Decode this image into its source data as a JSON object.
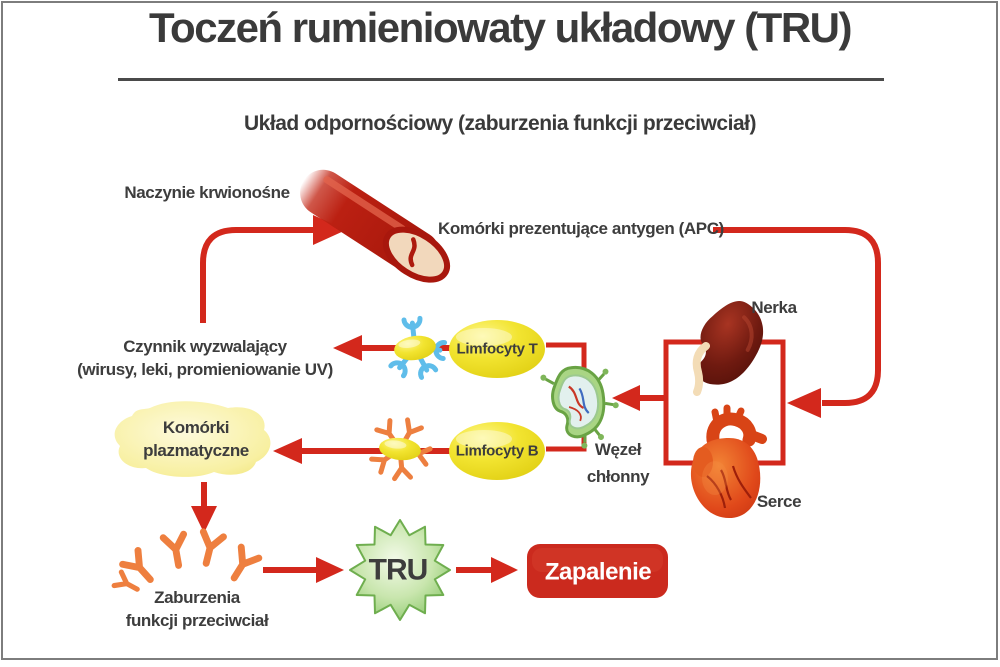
{
  "title": "Toczeń rumieniowaty układowy (TRU)",
  "subtitle": "Układ odpornościowy (zaburzenia funkcji przeciwciał)",
  "labels": {
    "blood_vessel": "Naczynie krwionośne",
    "apc": "Komórki prezentujące antygen (APC)",
    "kidney": "Nerka",
    "trigger_line1": "Czynnik wyzwalający",
    "trigger_line2": "(wirusy, leki, promieniowanie UV)",
    "t_cells": "Limfocyty T",
    "b_cells": "Limfocyty B",
    "lymph_node_line1": "Węzeł",
    "lymph_node_line2": "chłonny",
    "heart": "Serce",
    "plasma_cells_line1": "Komórki",
    "plasma_cells_line2": "plazmatyczne",
    "antibody_disorder_line1": "Zaburzenia",
    "antibody_disorder_line2": "funkcji przeciwciał",
    "disease": "TRU",
    "inflammation": "Zapalenie"
  },
  "colors": {
    "arrow_red": "#d3281c",
    "label_text": "#3d3d3d",
    "inflammation_red": "#cb2a1e",
    "lymphocyte_yellow": "#f2e430",
    "tru_green": "#7dc15c",
    "lymph_node_green": "#69a344",
    "antibody_orange": "#ee7f3f",
    "receptor_blue": "#5fbdea"
  }
}
